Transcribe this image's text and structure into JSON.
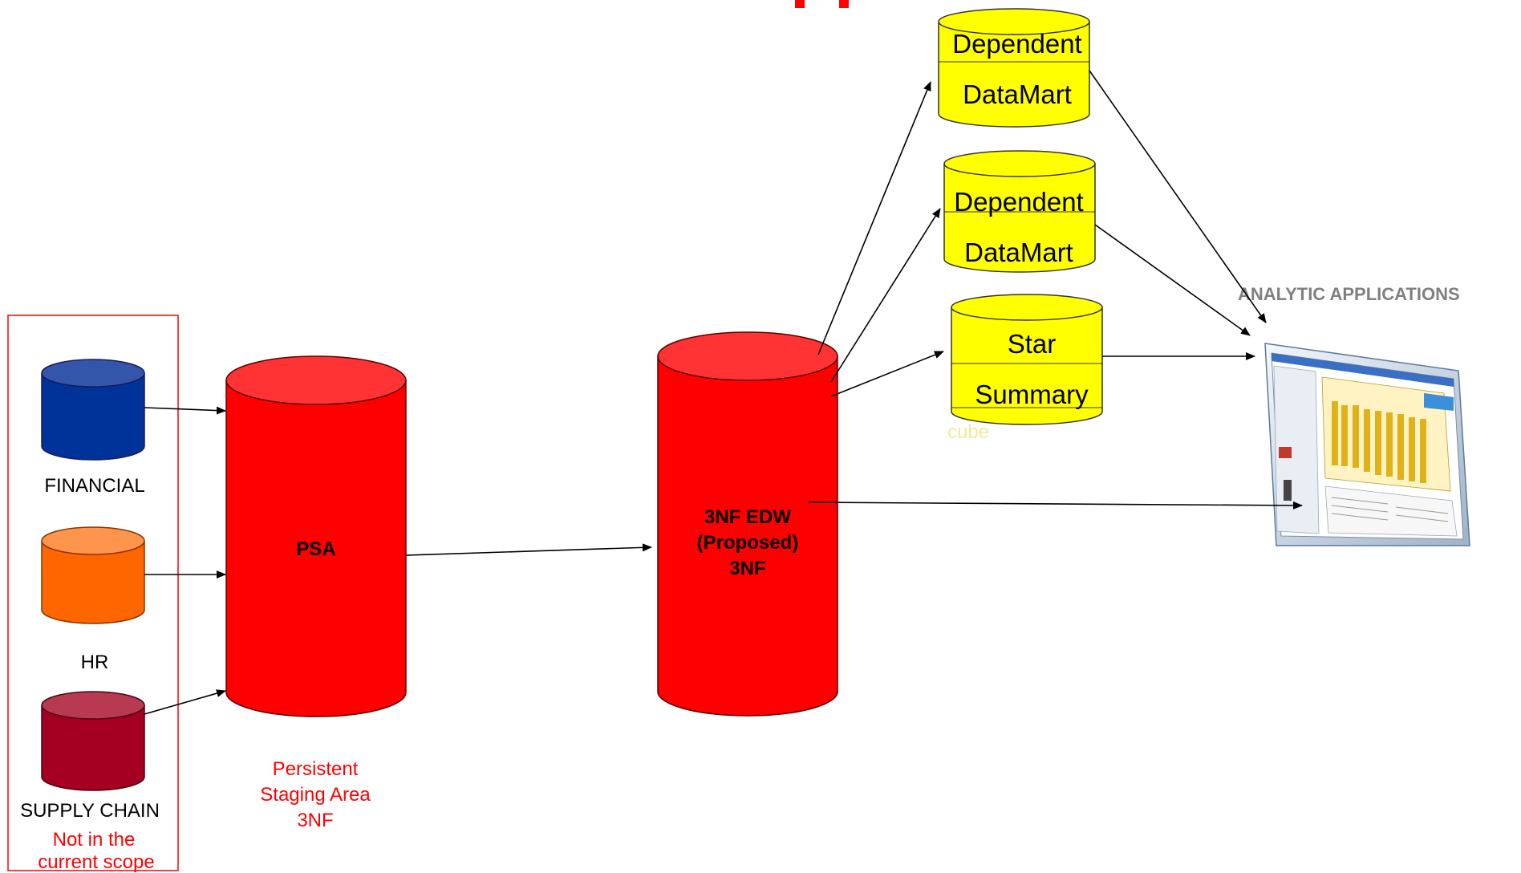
{
  "colors": {
    "financial": "#003399",
    "hr": "#ff6600",
    "supply_chain": "#a50021",
    "staging": "#ff0000",
    "datamart": "#ffff00",
    "scope_box": "#ff0000",
    "red_text": "#ff0000",
    "analytic_label": "#808080"
  },
  "sources": {
    "financial": {
      "label": "FINANCIAL"
    },
    "hr": {
      "label": "HR"
    },
    "supply_chain": {
      "label": "SUPPLY CHAIN"
    },
    "scope_note_line1": "Not in the",
    "scope_note_line2": "current scope"
  },
  "psa": {
    "label": "PSA",
    "caption_line1": "Persistent",
    "caption_line2": "Staging Area",
    "caption_line3": "3NF"
  },
  "edw": {
    "line1": "3NF EDW",
    "line2": "(Proposed)",
    "line3": "3NF"
  },
  "marts": [
    {
      "line1": "Dependent",
      "line2": "DataMart"
    },
    {
      "line1": "Dependent",
      "line2": "DataMart"
    },
    {
      "line1": "Star",
      "line2": "Summary",
      "note": "cube"
    }
  ],
  "analytic": {
    "label": "ANALYTIC APPLICATIONS",
    "icon": "application-screenshot-icon"
  }
}
